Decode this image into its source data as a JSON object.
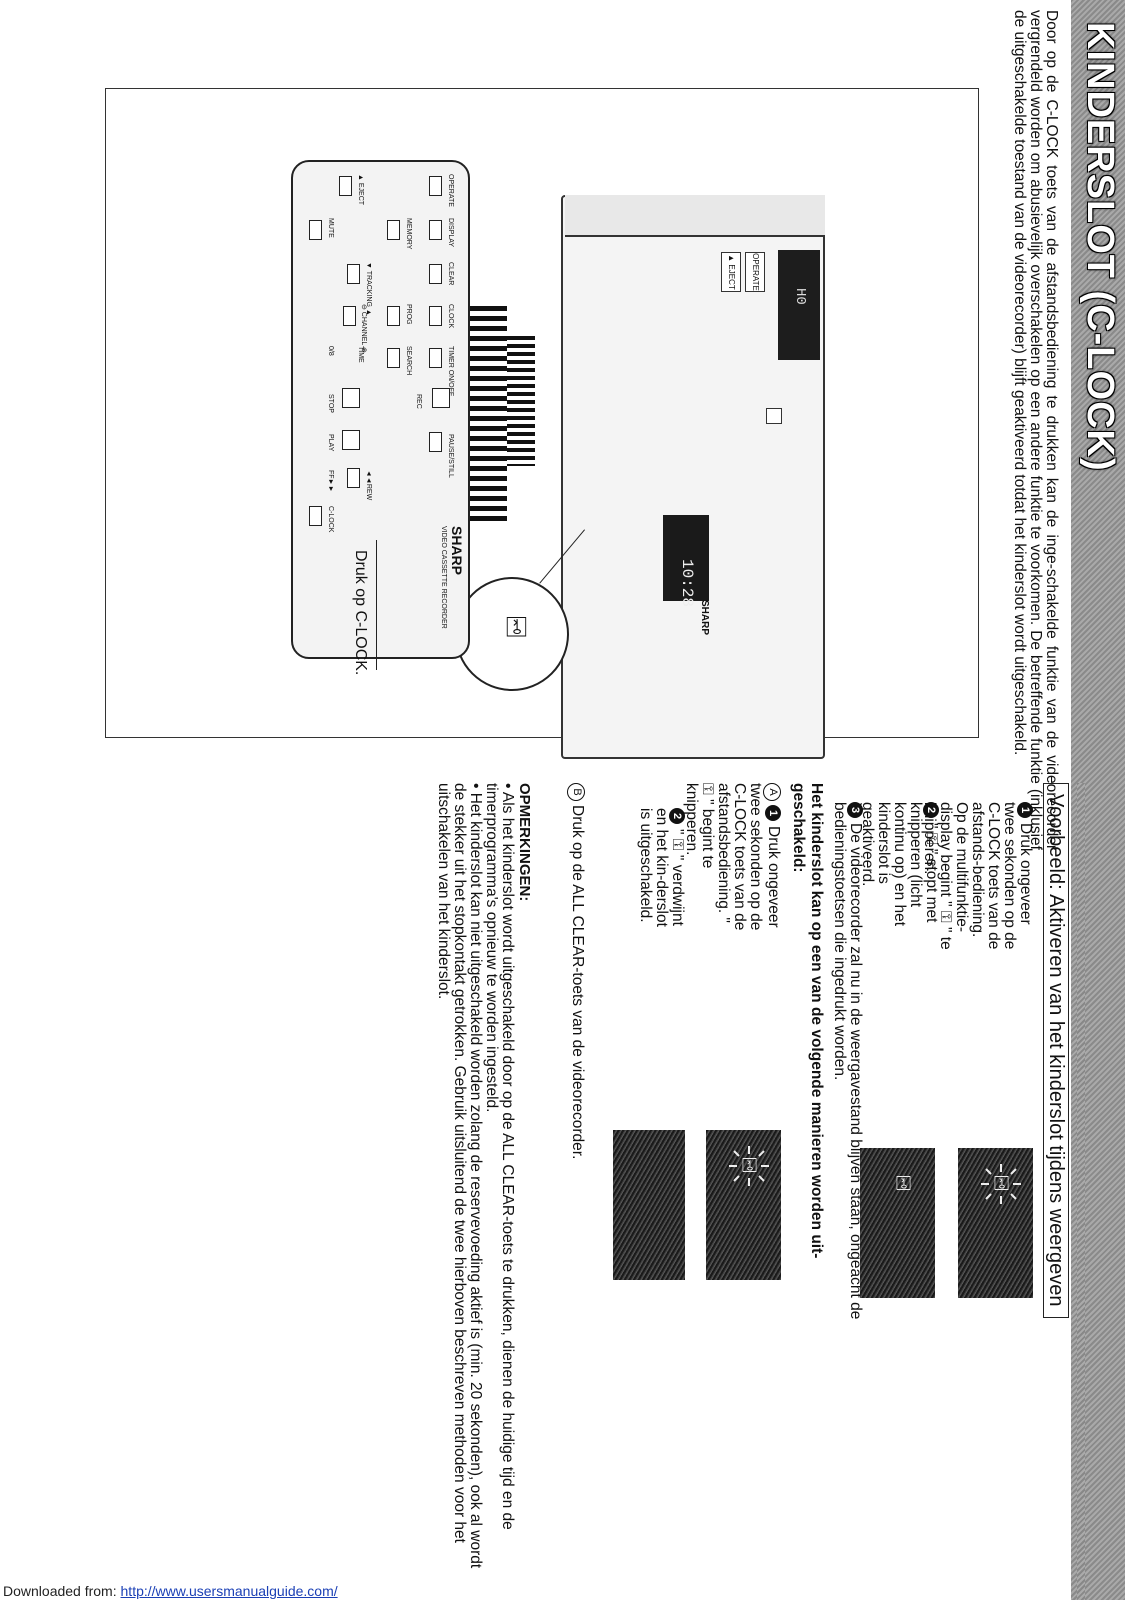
{
  "page": {
    "title": "KINDERSLOT (C-LOCK)",
    "intro": "Door op de C-LOCK toets van de afstandsbediening te drukken kan de inge-schakelde funktie van de videorecorder vergrendeld worden om abusievelijk overschakelen op een andere funktie te voorkomen. De betreffende funktie (inklusief de uitgeschakelde toestand van de videorecorder) blijft geaktiveerd totdat het kinderslot wordt uitgeschakeld."
  },
  "figure": {
    "vcr_display_left": "H0",
    "vcr_display_right": "10:28",
    "vcr_btn1": "OPERATE",
    "vcr_btn2": "▲ EJECT",
    "vcr_brand": "SHARP",
    "zoom_icon": "⚿",
    "remote_brand": "SHARP",
    "remote_model": "VIDEO CASSETTE RECORDER",
    "remote_labels": [
      "OPERATE",
      "▲ EJECT",
      "DISPLAY",
      "MEMORY",
      "MUTE",
      "CLEAR",
      "▼ TRACKING ▲",
      "CLOCK",
      "PROG",
      "⊖ CHANNEL ⊕",
      "TIMER ON/OFF",
      "SEARCH",
      "TIME",
      "0/8",
      "REC",
      "STOP",
      "PLAY",
      "PAUSE/STILL",
      "◄◄REW",
      "FF►►",
      "C-LOCK"
    ],
    "callout": "Druk op C-LOCK."
  },
  "example": {
    "heading": "Voorbeeld: Aktiveren van het kinderslot tijdens weergeven",
    "step1_num": "1",
    "step1": "Druk ongeveer twee sekonden op de C-LOCK toets van de afstands-bediening. Op de multifunktie-display begint \" ⚿ \" te knipperen.",
    "step2_num": "2",
    "step2": "\" ⚿ \" stopt met knipperen (licht kontinu op) en het kinderslot is geaktiveerd.",
    "step3_num": "3",
    "step3": "De videorecorder zal nu in de weergavestand blijven staan, ongeacht de bedieningstoetsen die ingedrukt worden.",
    "panel_icon": "⚿"
  },
  "release": {
    "heading": "Het kinderslot kan op een van de volgende manieren worden uit-geschakeld:",
    "a_label": "A",
    "a_step1_num": "1",
    "a_step1": "Druk ongeveer twee sekonden op de C-LOCK toets van de afstandsbediening. \" ⚿ \" begint te knipperen.",
    "a_step2_num": "2",
    "a_step2": "\" ⚿ \" verdwijnt en het kin-derslot is uitgeschakeld.",
    "b_label": "B",
    "b_text": "Druk op de ALL CLEAR-toets van de videorecorder."
  },
  "notes": {
    "title": "OPMERKINGEN:",
    "items": [
      "Als het kinderslot wordt uitgeschakeld door op de ALL CLEAR-toets te drukken, dienen de huidige tijd en de timerprogramma's opnieuw te worden ingesteld.",
      "Het kinderslot kan niet uitgeschakeld worden zolang de reservevoeding aktief is (min. 20 sekonden), ook al wordt de stekker uit het stopkontakt getrokken. Gebruik uitsluitend de twee hierboven beschreven methoden voor het uitschakelen van het kinderslot."
    ]
  },
  "footer": {
    "prefix": "Downloaded from: ",
    "link": "http://www.usersmanualguide.com/"
  }
}
